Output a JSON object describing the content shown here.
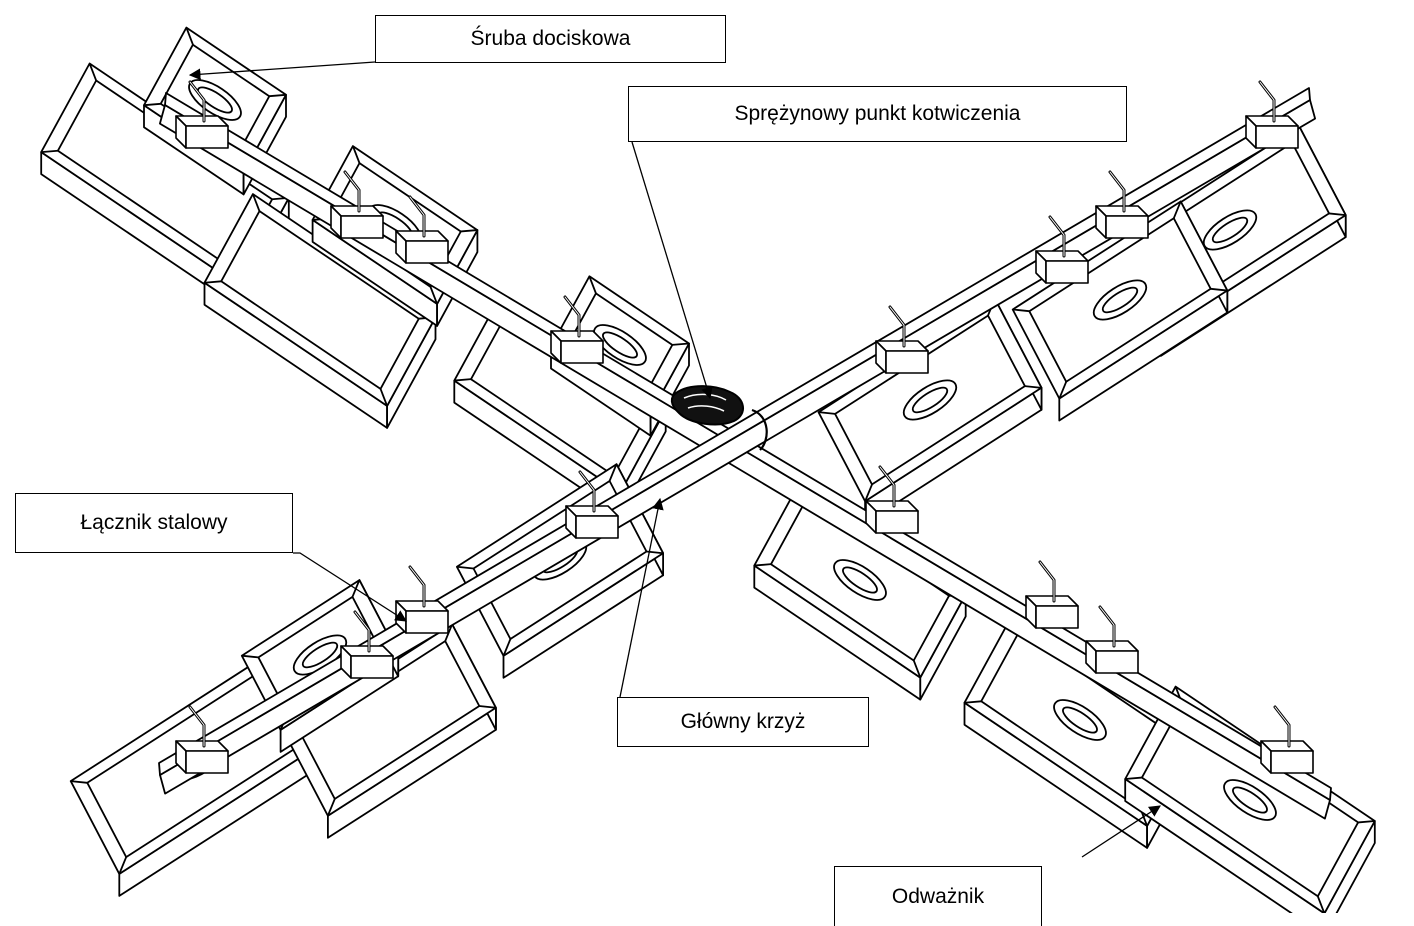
{
  "diagram": {
    "labels": {
      "sruba": "Śruba dociskowa",
      "sprezynowy": "Sprężynowy punkt kotwiczenia",
      "lacznik": "Łącznik stalowy",
      "glowny": "Główny krzyż",
      "odwaznik": "Odważnik"
    },
    "colors": {
      "line": "#000000",
      "fill": "#ffffff"
    }
  }
}
